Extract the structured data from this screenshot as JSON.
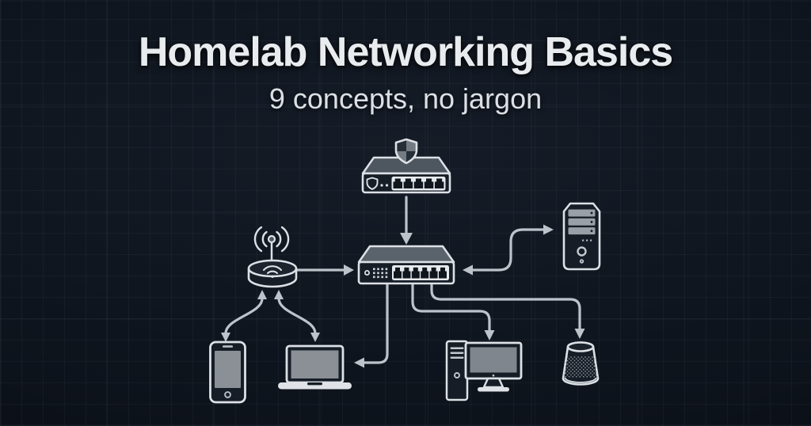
{
  "header": {
    "title": "Homelab Networking Basics",
    "subtitle": "9 concepts, no jargon"
  },
  "diagram": {
    "devices": [
      {
        "id": "firewall-router",
        "label": "firewall gateway with shield"
      },
      {
        "id": "network-switch",
        "label": "ethernet switch"
      },
      {
        "id": "wifi-access-point",
        "label": "wireless access point"
      },
      {
        "id": "server-tower",
        "label": "server tower pc"
      },
      {
        "id": "smartphone",
        "label": "smartphone"
      },
      {
        "id": "laptop",
        "label": "laptop"
      },
      {
        "id": "desktop-pc",
        "label": "desktop computer with monitor"
      },
      {
        "id": "smart-speaker",
        "label": "smart speaker"
      }
    ],
    "connections": [
      {
        "from": "firewall-router",
        "to": "network-switch",
        "style": "straight-arrow-down"
      },
      {
        "from": "wifi-access-point",
        "to": "network-switch",
        "style": "straight-arrow-right"
      },
      {
        "from": "network-switch",
        "to": "server-tower",
        "style": "s-curve-double-arrow"
      },
      {
        "from": "wifi-access-point",
        "to": "smartphone",
        "style": "curved-double-arrow"
      },
      {
        "from": "wifi-access-point",
        "to": "laptop",
        "style": "curved-double-arrow"
      },
      {
        "from": "network-switch",
        "to": "laptop",
        "style": "elbow-arrow-left"
      },
      {
        "from": "network-switch",
        "to": "desktop-pc",
        "style": "elbow-arrow-down"
      },
      {
        "from": "network-switch",
        "to": "smart-speaker",
        "style": "elbow-arrow-down"
      }
    ]
  },
  "colors": {
    "bg": "#0e141d",
    "outline": "#dde1e6",
    "connector": "#bcc3ca",
    "panel_dark": "#161d26",
    "metal_a": "#4e565f",
    "metal_b": "#5a626b",
    "screen": "#8a9096",
    "light_fill": "#dfe3e7",
    "title_text": "#e9ecef"
  }
}
